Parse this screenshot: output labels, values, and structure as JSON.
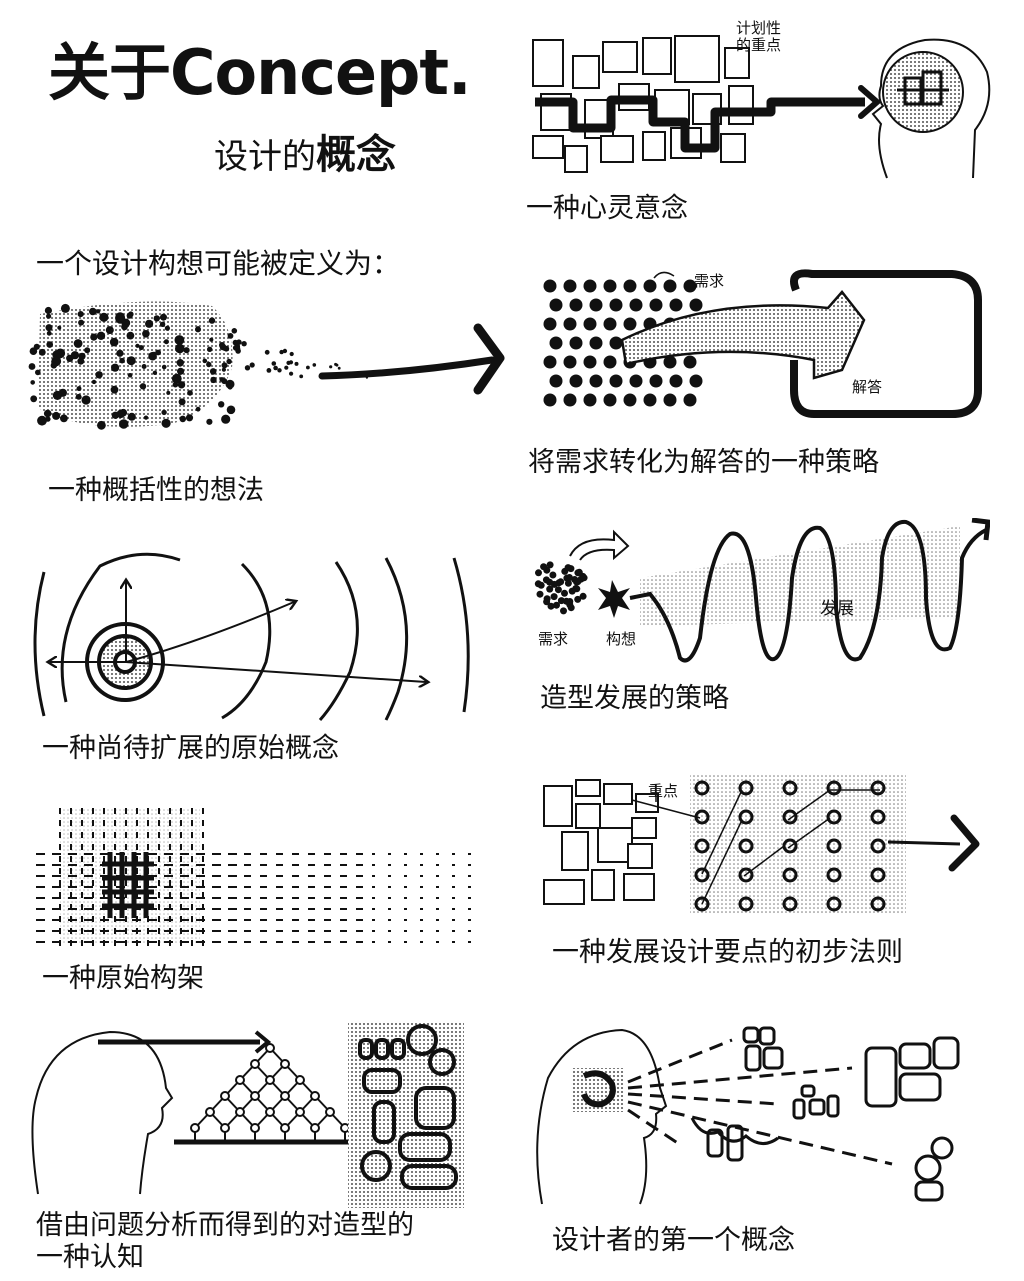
{
  "title": {
    "main": "关于Concept.",
    "sub_regular": "设计的",
    "sub_bold": "概念"
  },
  "intro": "一个设计构想可能被定义为：",
  "panels": {
    "mental": {
      "caption": "一种心灵意念",
      "label": "计划性的重点",
      "label_line1": "计划性",
      "label_line2": "的重点"
    },
    "general_idea": {
      "caption": "一种概括性的想法"
    },
    "strategy_solution": {
      "caption": "将需求转化为解答的一种策略",
      "label_need": "需求",
      "label_answer": "解答"
    },
    "original_concept": {
      "caption": "一种尚待扩展的原始概念"
    },
    "form_strategy": {
      "caption": "造型发展的策略",
      "label_need": "需求",
      "label_idea": "构想",
      "label_develop": "发展"
    },
    "framework": {
      "caption": "一种原始构架"
    },
    "rules": {
      "caption": "一种发展设计要点的初步法则",
      "label_focus": "重点"
    },
    "cognition": {
      "caption_line1": "借由问题分析而得到的对造型的",
      "caption_line2": "一种认知"
    },
    "designer": {
      "caption": "设计者的第一个概念"
    }
  },
  "colors": {
    "ink": "#111111",
    "screen": "#bdbdbd",
    "paper": "#ffffff"
  }
}
